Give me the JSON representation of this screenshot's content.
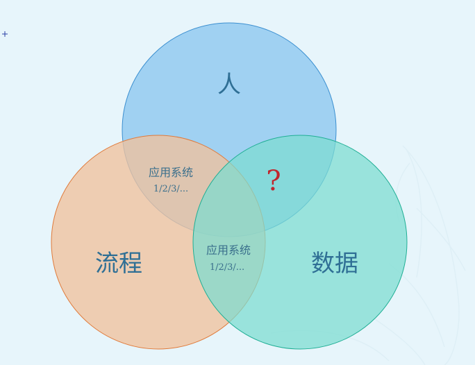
{
  "diagram": {
    "circles": {
      "people": {
        "label": "人",
        "fill": "#8cc7ef",
        "stroke": "#3b8fd0"
      },
      "process": {
        "label": "流程",
        "fill": "#f0c19e",
        "stroke": "#e07a3a"
      },
      "data": {
        "label": "数据",
        "fill": "#7cddd0",
        "stroke": "#1fae94"
      }
    },
    "overlaps": {
      "people_process": {
        "title": "应用系统",
        "subtitle": "1/2/3/..."
      },
      "process_data": {
        "title": "应用系统",
        "subtitle": "1/2/3/..."
      },
      "people_data": {
        "mark": "?"
      }
    }
  }
}
